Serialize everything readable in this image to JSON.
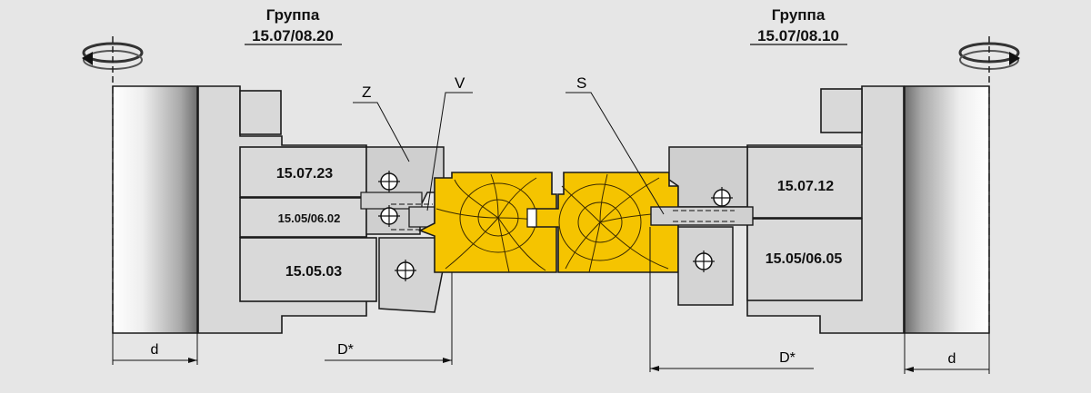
{
  "groups": [
    {
      "title": "Группа",
      "code": "15.07/08.20"
    },
    {
      "title": "Группа",
      "code": "15.07/08.10"
    }
  ],
  "left_parts": [
    "15.07.23",
    "15.05/06.02",
    "15.05.03"
  ],
  "right_parts": [
    "15.07.12",
    "15.05/06.05"
  ],
  "letters": {
    "z": "Z",
    "v": "V",
    "s": "S"
  },
  "dims": {
    "d_left": "d",
    "d_right": "d",
    "D_left": "D*",
    "D_right": "D*"
  },
  "icons": [
    "rotation-ccw-icon",
    "rotation-cw-icon"
  ],
  "colors": {
    "background": "#e6e6e6",
    "wood": "#f5c400",
    "metal": "#d8d8d8",
    "outline": "#1a1a1a"
  }
}
